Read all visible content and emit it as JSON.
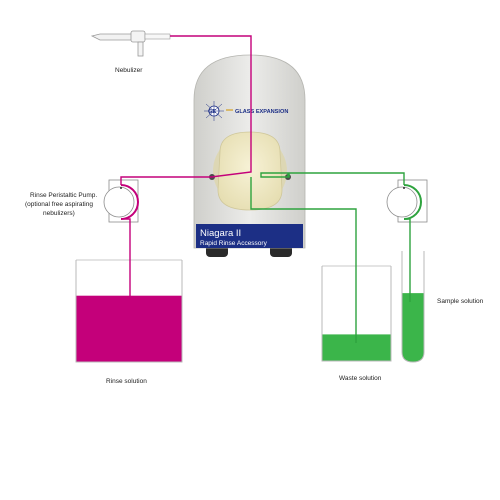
{
  "labels": {
    "nebulizer": "Nebulizer",
    "rinse_pump_line1": "Rinse Peristaltic Pump.",
    "rinse_pump_line2": "(optional free aspirating",
    "rinse_pump_line3": "nebulizers)",
    "rinse_solution": "Rinse solution",
    "waste_solution": "Waste solution",
    "sample_solution": "Sample solution"
  },
  "device": {
    "brand_short": "GE",
    "brand_name": "GLASS EXPANSION",
    "product_name": "Niagara II",
    "product_subtitle": "Rapid Rinse Accessory"
  },
  "colors": {
    "rinse_line": "#c4007a",
    "sample_line": "#2ea33e",
    "rinse_fill": "#c4007a",
    "waste_fill": "#3bb54a",
    "sample_fill": "#3bb54a",
    "device_body": "#e8e8e4",
    "device_panel": "#1c2f85",
    "valve_knob": "#f2ecc8"
  },
  "levels": {
    "rinse_fraction": 0.65,
    "waste_fraction": 0.28,
    "sample_fraction": 0.62
  }
}
